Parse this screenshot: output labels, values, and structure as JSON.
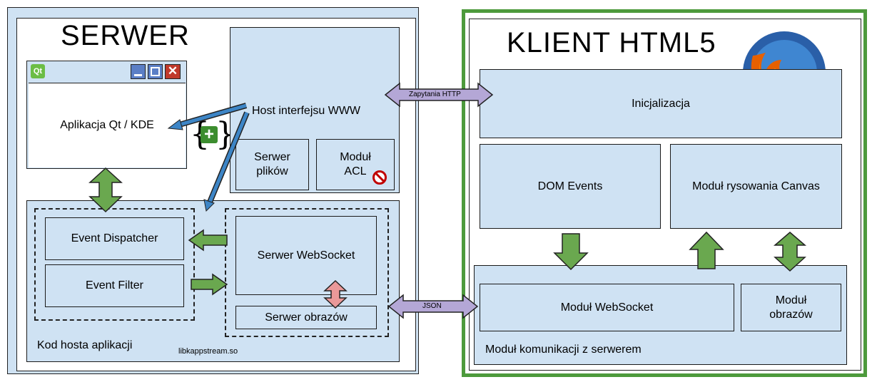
{
  "server": {
    "title": "SERWER",
    "qt_window": {
      "app_label": "Aplikacja Qt / KDE",
      "logo_text": "Qt"
    },
    "web_host": {
      "label": "Host interfejsu WWW",
      "file_server": "Serwer\nplików",
      "acl_module": "Moduł\nACL"
    },
    "app_host": {
      "label": "Kod hosta aplikacji",
      "library": "libkappstream.so",
      "event_dispatcher": "Event Dispatcher",
      "event_filter": "Event Filter",
      "websocket_server": "Serwer WebSocket",
      "image_server": "Serwer obrazów"
    }
  },
  "client": {
    "title": "KLIENT HTML5",
    "init": "Inicjalizacja",
    "dom_events": "DOM Events",
    "canvas_module": "Moduł rysowania Canvas",
    "comm_module": {
      "label": "Moduł komunikacji z serwerem",
      "websocket_module": "Moduł WebSocket",
      "image_module": "Moduł\nobrazów"
    }
  },
  "links": {
    "http": "Zapytania HTTP",
    "json": "JSON"
  },
  "colors": {
    "box_fill": "#cfe2f3",
    "client_border": "#4d9a3c",
    "green_arrow": "#6aa84f",
    "purple_arrow": "#b4a7d6",
    "pink_arrow": "#ea9999",
    "blue_arrow": "#3d85c6"
  }
}
